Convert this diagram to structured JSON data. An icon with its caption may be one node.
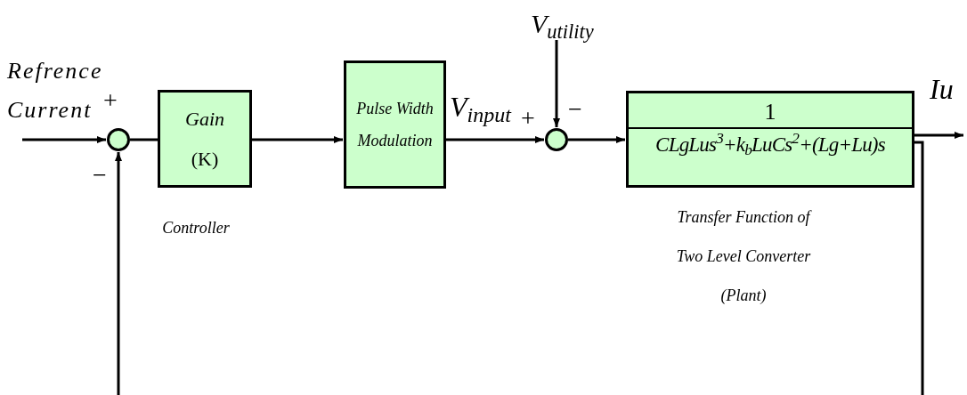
{
  "diagram": {
    "nodes": [
      {
        "text": [],
        "shape": "circle"
      },
      {
        "text": [
          "Gain",
          "(K)"
        ],
        "beside": [
          "Controller"
        ]
      },
      {
        "text": [
          "Pulse Width Modulation"
        ]
      },
      {
        "text": [
          "V$_{utility}$"
        ]
      },
      {
        "text": [],
        "shape": "circle"
      },
      {
        "text": [
          "1",
          "CLgLus$^{3}$+k$_{b}$LuCs$^{2}$+(Lg+Lu)s"
        ],
        "beside": [
          "Transfer Function of Two Level Converter (Plant)"
        ]
      },
      {
        "text": [
          "Iu"
        ]
      }
    ],
    "edges": [
      {
        "from": null,
        "to": 0,
        "arrow": "to"
      },
      {
        "from": 0,
        "to": 1,
        "arrow": "none"
      },
      {
        "from": 1,
        "to": 2,
        "arrow": "to"
      },
      {
        "from": 2,
        "to": 4,
        "arrow": "to"
      },
      {
        "from": 3,
        "to": 4,
        "arrow": "to"
      },
      {
        "from": 4,
        "to": 5,
        "arrow": "to"
      },
      {
        "from": 5,
        "to": 6,
        "arrow": "to"
      },
      {
        "from": 5,
        "to": 0,
        "arrow": "to"
      }
    ],
    "labels": [
      "Refrence Current",
      "+",
      "−",
      "V$_{input}$",
      "+",
      "−"
    ]
  }
}
